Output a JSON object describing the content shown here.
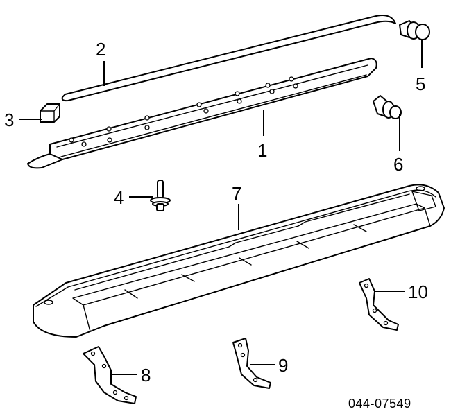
{
  "diagram": {
    "callouts": {
      "p1": "1",
      "p2": "2",
      "p3": "3",
      "p4": "4",
      "p5": "5",
      "p6": "6",
      "p7": "7",
      "p8": "8",
      "p9": "9",
      "p10": "10"
    },
    "drawing_code": "044-07549"
  }
}
